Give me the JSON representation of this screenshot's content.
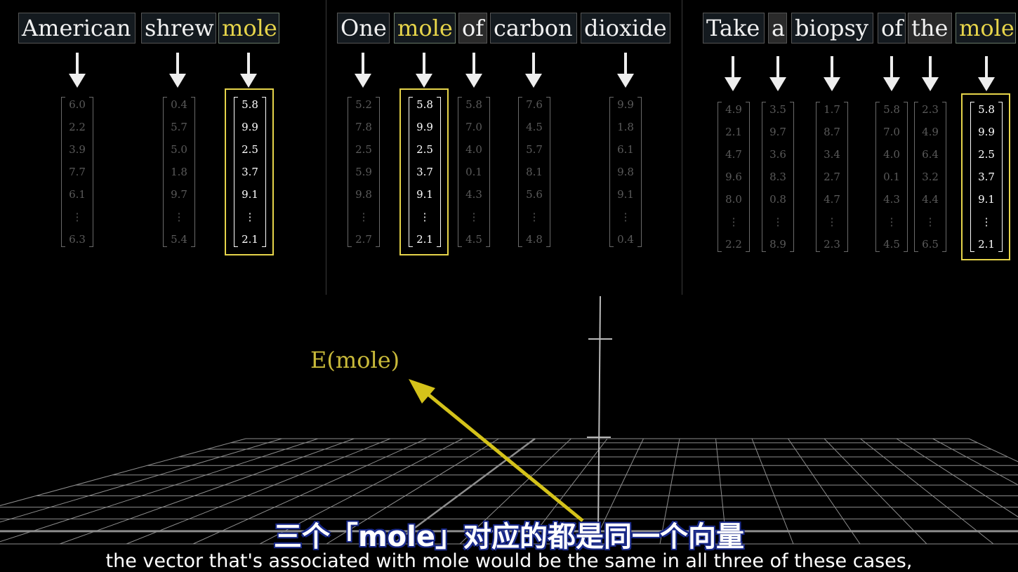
{
  "panels": [
    {
      "tokens": [
        "American",
        "shrew",
        "mole"
      ],
      "vectors": [
        {
          "values": [
            "6.0",
            "2.2",
            "3.9",
            "7.7",
            "6.1",
            "⋮",
            "6.3"
          ],
          "highlight": false
        },
        {
          "values": [
            "0.4",
            "5.7",
            "5.0",
            "1.8",
            "9.7",
            "⋮",
            "5.4"
          ],
          "highlight": false
        },
        {
          "values": [
            "5.8",
            "9.9",
            "2.5",
            "3.7",
            "9.1",
            "⋮",
            "2.1"
          ],
          "highlight": true
        }
      ]
    },
    {
      "tokens": [
        "One",
        "mole",
        "of",
        "carbon",
        "dioxide"
      ],
      "vectors": [
        {
          "values": [
            "5.2",
            "7.8",
            "2.5",
            "5.9",
            "9.8",
            "⋮",
            "2.7"
          ],
          "highlight": false
        },
        {
          "values": [
            "5.8",
            "9.9",
            "2.5",
            "3.7",
            "9.1",
            "⋮",
            "2.1"
          ],
          "highlight": true
        },
        {
          "values": [
            "5.8",
            "7.0",
            "4.0",
            "0.1",
            "4.3",
            "⋮",
            "4.5"
          ],
          "highlight": false
        },
        {
          "values": [
            "7.6",
            "4.5",
            "5.7",
            "8.1",
            "5.6",
            "⋮",
            "4.8"
          ],
          "highlight": false
        },
        {
          "values": [
            "9.9",
            "1.8",
            "6.1",
            "9.8",
            "9.1",
            "⋮",
            "0.4"
          ],
          "highlight": false
        }
      ]
    },
    {
      "tokens": [
        "Take",
        "a",
        "biopsy",
        "of",
        "the",
        "mole"
      ],
      "vectors": [
        {
          "values": [
            "4.9",
            "2.1",
            "4.7",
            "9.6",
            "8.0",
            "⋮",
            "2.2"
          ],
          "highlight": false
        },
        {
          "values": [
            "3.5",
            "9.7",
            "3.6",
            "8.3",
            "0.8",
            "⋮",
            "8.9"
          ],
          "highlight": false
        },
        {
          "values": [
            "1.7",
            "8.7",
            "3.4",
            "2.7",
            "4.7",
            "⋮",
            "2.3"
          ],
          "highlight": false
        },
        {
          "values": [
            "5.8",
            "7.0",
            "4.0",
            "0.1",
            "4.3",
            "⋮",
            "4.5"
          ],
          "highlight": false
        },
        {
          "values": [
            "2.3",
            "4.9",
            "6.4",
            "3.2",
            "4.4",
            "⋮",
            "6.5"
          ],
          "highlight": false
        },
        {
          "values": [
            "5.8",
            "9.9",
            "2.5",
            "3.7",
            "9.1",
            "⋮",
            "2.1"
          ],
          "highlight": true
        }
      ]
    }
  ],
  "embedding_label": "E(mole)",
  "colors": {
    "highlight": "#e6d44a",
    "arrow": "#d4c21a",
    "subtitle_outline": "#1a2a8a"
  },
  "subtitle_cn": "三个「mole」对应的都是同一个向量",
  "subtitle_en": "the vector that's associated with mole would be the same in all three of these cases,"
}
